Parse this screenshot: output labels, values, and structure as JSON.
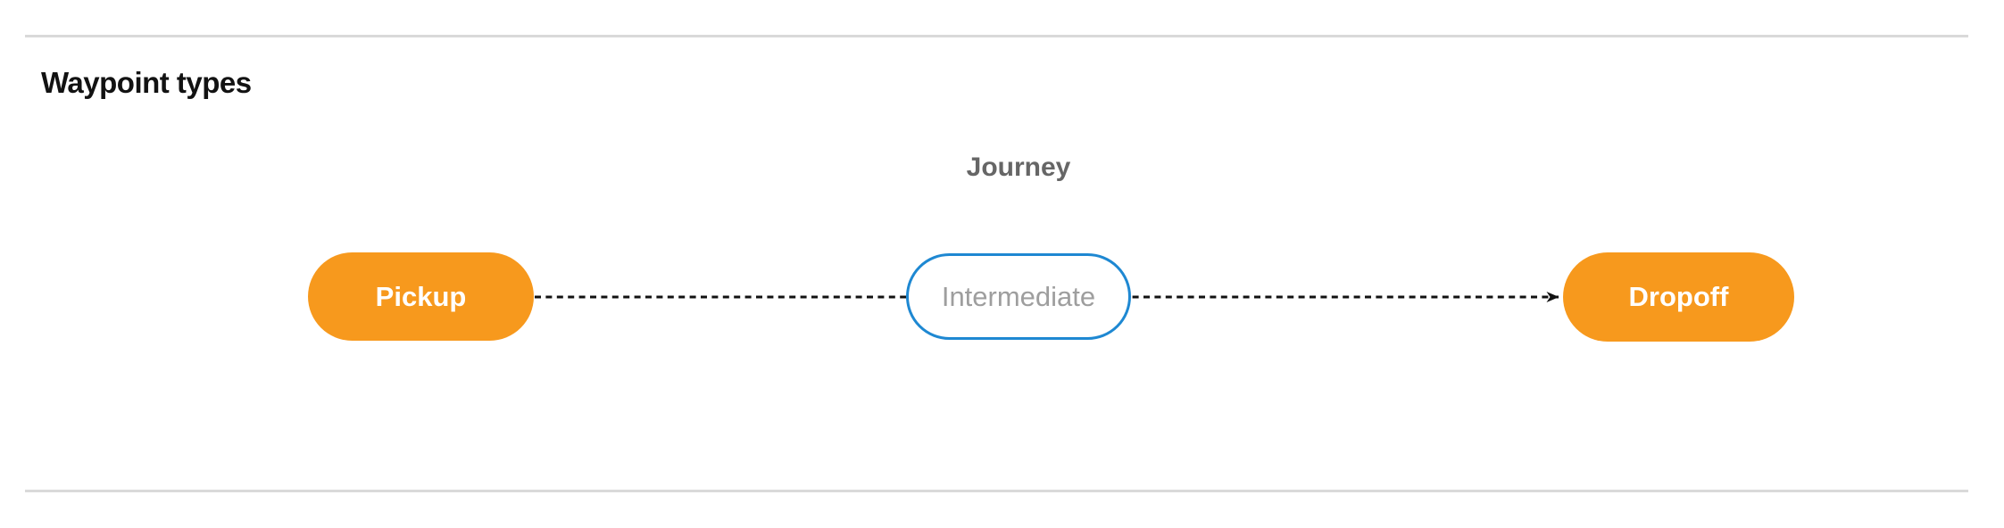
{
  "heading": "Waypoint types",
  "diagram": {
    "title": "Journey",
    "nodes": [
      {
        "id": "pickup",
        "label": "Pickup",
        "type": "terminal",
        "fill": "#F7991D",
        "text_color": "#FFFFFF"
      },
      {
        "id": "intermediate",
        "label": "Intermediate",
        "type": "intermediate",
        "fill": "#FFFFFF",
        "text_color": "#9E9E9E",
        "border_color": "#1E88D2"
      },
      {
        "id": "dropoff",
        "label": "Dropoff",
        "type": "terminal",
        "fill": "#F7991D",
        "text_color": "#FFFFFF"
      }
    ],
    "edges": [
      {
        "from": "Pickup",
        "via": "Intermediate",
        "to": "Dropoff",
        "style": "dashed",
        "arrowhead": "end",
        "color": "#111111"
      }
    ]
  },
  "colors": {
    "divider": "#D9D9D9",
    "heading_text": "#121212",
    "journey_label_text": "#666666",
    "terminal_fill": "#F7991D",
    "intermediate_border": "#1E88D2",
    "edge_stroke": "#111111",
    "background": "#FFFFFF"
  }
}
